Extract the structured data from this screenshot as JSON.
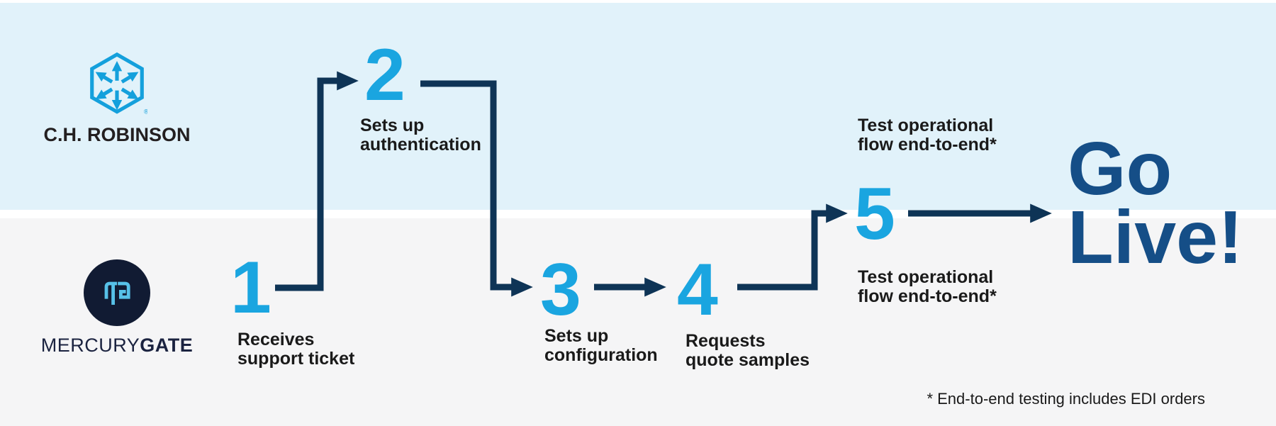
{
  "colors": {
    "lane_top_bg": "#E1F2FA",
    "lane_bottom_bg": "#F5F5F6",
    "divider_white": "#FFFFFF",
    "step_number_blue": "#1AA5E0",
    "arrow_navy": "#0E3456",
    "go_live_blue": "#154E87",
    "label_text": "#1A1A1A",
    "chr_logo_blue": "#14A0DC",
    "chr_wordmark": "#231F20",
    "mg_circle_navy": "#111B33",
    "mg_monogram_blue": "#57C1E8",
    "mg_wordmark_navy": "#1B2340"
  },
  "lanes": {
    "top": {
      "company": "C.H. Robinson",
      "wordmark": "C.H. ROBINSON"
    },
    "bottom": {
      "company": "MercuryGate",
      "wordmark_regular": "MERCURY",
      "wordmark_bold": "GATE"
    }
  },
  "steps": [
    {
      "number": "1",
      "lane": "bottom",
      "lines": [
        "Receives",
        "support ticket"
      ]
    },
    {
      "number": "2",
      "lane": "top",
      "lines": [
        "Sets up",
        "authentication"
      ]
    },
    {
      "number": "3",
      "lane": "bottom",
      "lines": [
        "Sets up",
        "configuration"
      ]
    },
    {
      "number": "4",
      "lane": "bottom",
      "lines": [
        "Requests",
        "quote samples"
      ]
    },
    {
      "number": "5",
      "lane": "middle",
      "lines_top": [
        "Test operational",
        "flow end-to-end*"
      ],
      "lines_bottom": [
        "Test operational",
        "flow end-to-end*"
      ]
    }
  ],
  "finale": {
    "lines": [
      "Go",
      "Live!"
    ]
  },
  "footnote": "* End-to-end testing includes EDI orders"
}
